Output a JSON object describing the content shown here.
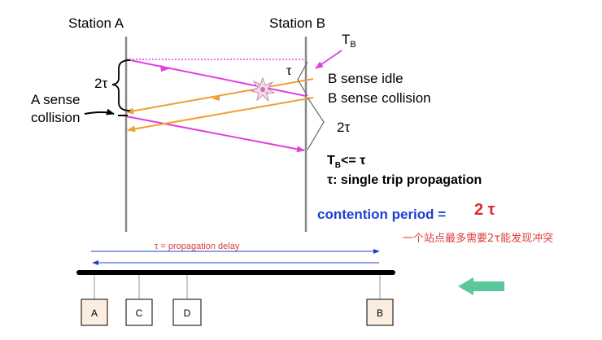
{
  "stations": {
    "a_title": "Station A",
    "b_title": "Station B"
  },
  "labels": {
    "tb_main": "T",
    "tb_sub": "B",
    "tau": "τ",
    "two_tau_left": "2τ",
    "two_tau_right": "2τ",
    "a_sense_line1": "A sense",
    "a_sense_line2": "collision",
    "b_sense_idle": "B sense idle",
    "b_sense_collision": "B sense collision",
    "tb_cond_main": "T",
    "tb_cond_sub": "B",
    "tb_cond_rest": "<= τ",
    "tau_def": "τ: single trip propagation",
    "contention_label": "contention period =",
    "contention_value": "2 τ",
    "chinese_note": "一个站点最多需要2τ能发现冲突"
  },
  "bus": {
    "propagation_label": "τ = propagation delay",
    "nodes": [
      "A",
      "C",
      "D",
      "B"
    ]
  },
  "colors": {
    "magenta": "#e040e0",
    "orange": "#f0a030",
    "blue": "#1f3fd4",
    "red": "#e02a2a",
    "node_fill": "#fbeee0",
    "green_arrow": "#5cc79a"
  },
  "icons": {
    "collision": "collision-burst-icon",
    "left_arrow": "green-left-arrow-icon"
  }
}
